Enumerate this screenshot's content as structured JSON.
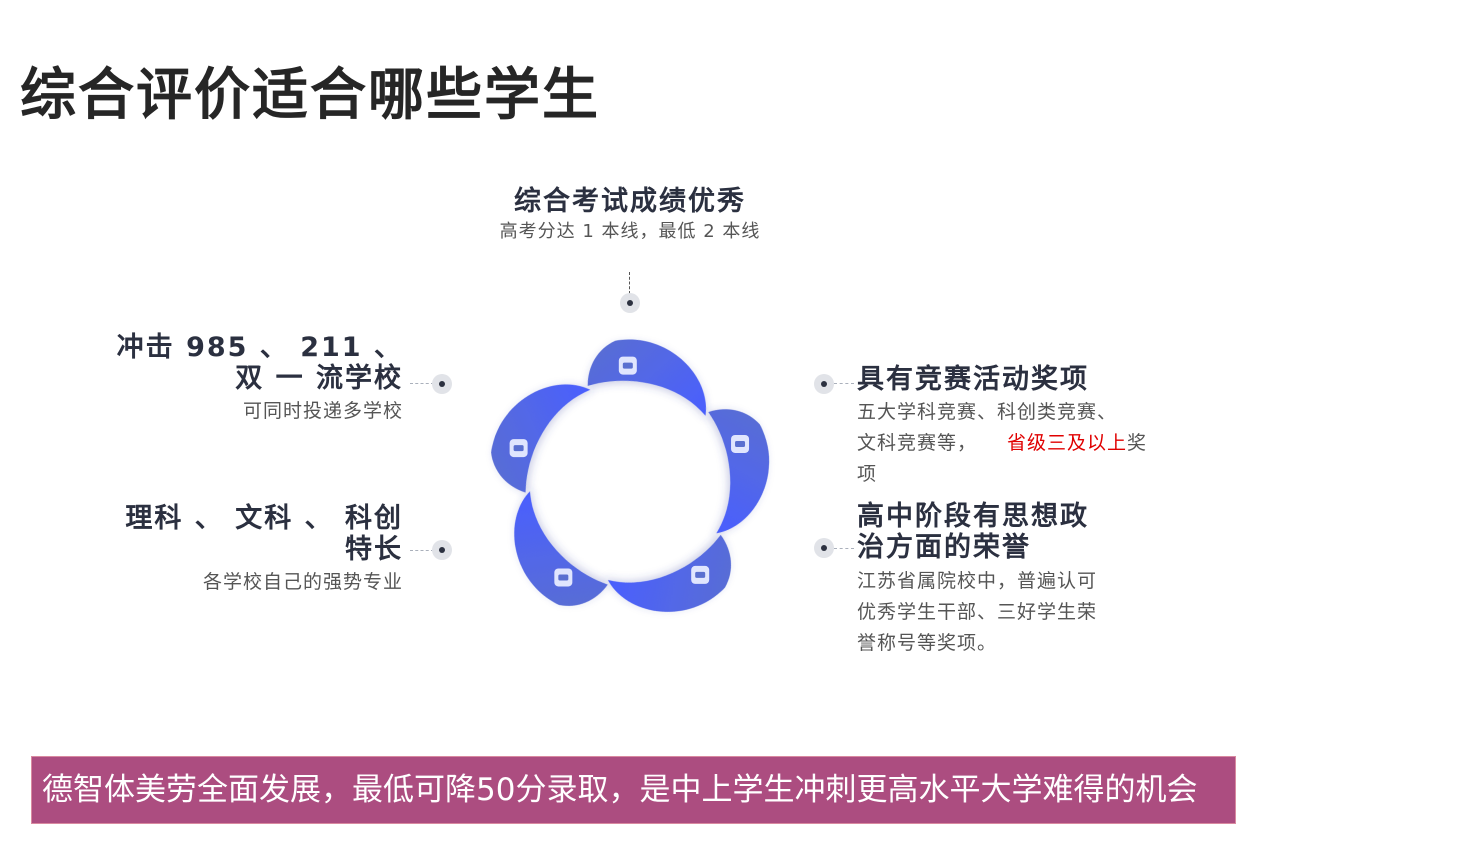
{
  "title": "综合评价适合哪些学生",
  "top": {
    "title": "综合考试成绩优秀",
    "desc": "高考分达 1 本线，最低 2 本线"
  },
  "left_top": {
    "title_line1": "冲击 985 、 211 、",
    "title_line2": "双 一 流学校",
    "desc": "可同时投递多学校"
  },
  "left_bottom": {
    "title_line1": "理科 、 文科 、 科创",
    "title_line2": "特长",
    "desc": "各学校自己的强势专业"
  },
  "right_top": {
    "title": "具有竞赛活动奖项",
    "desc_line1": "五大学科竞赛、科创类竞赛、",
    "desc_line2_a": "文科竞赛等，",
    "desc_line2_highlight": "省级三及以上",
    "desc_line2_b": "奖",
    "desc_line3": "项"
  },
  "right_bottom": {
    "title_line1": "高中阶段有思想政",
    "title_line2": "治方面的荣誉",
    "desc_line1": "江苏省属院校中，普遍认可",
    "desc_line2": "优秀学生干部、三好学生荣",
    "desc_line3": "誉称号等奖项。"
  },
  "diagram_icons": [
    "lightbulb-icon",
    "badge-icon",
    "badge-icon",
    "people-icon",
    "clipboard-icon"
  ],
  "colors": {
    "petal_dark": "#5468c8",
    "petal_light": "#4a63ff",
    "banner": "#ac4d80",
    "highlight": "#e00000"
  },
  "banner": "德智体美劳全面发展，最低可降50分录取，是中上学生冲刺更高水平大学难得的机会"
}
